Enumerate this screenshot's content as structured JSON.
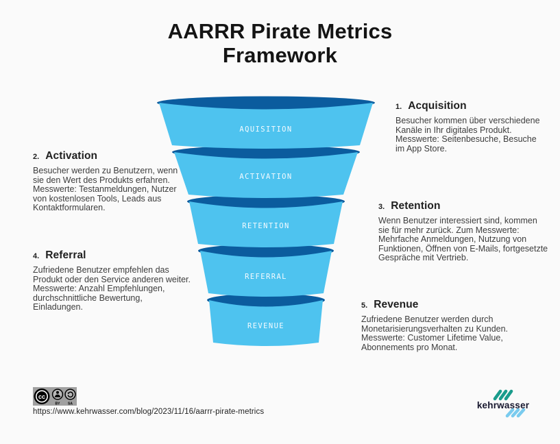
{
  "title": {
    "line1": "AARRR Pirate Metrics",
    "line2": "Framework"
  },
  "colors": {
    "funnel_light": "#4ec3ef",
    "funnel_dark": "#0b5c9e",
    "logo_teal": "#1a9c8c",
    "logo_blue": "#7acbee",
    "license_bg": "#a0a0a0"
  },
  "funnel": {
    "segments": [
      {
        "label": "AQUISITION"
      },
      {
        "label": "ACTIVATION"
      },
      {
        "label": "RETENTION"
      },
      {
        "label": "REFERRAL"
      },
      {
        "label": "REVENUE"
      }
    ]
  },
  "sections": [
    {
      "num": "1.",
      "title": "Acquisition",
      "body": "Besucher kommen über verschiedene Kanäle in Ihr digitales Produkt. Messwerte: Seitenbesuche, Besuche im App Store."
    },
    {
      "num": "2.",
      "title": "Activation",
      "body": "Besucher werden zu Benutzern, wenn sie den Wert des Produkts erfahren. Messwerte: Testanmeldungen, Nutzer von kostenlosen Tools, Leads aus Kontaktformularen."
    },
    {
      "num": "3.",
      "title": "Retention",
      "body": "Wenn Benutzer interessiert sind, kommen sie für mehr zurück. Zum Messwerte: Mehrfache Anmeldungen, Nutzung von Funktionen, Öffnen von E-Mails, fortgesetzte Gespräche mit Vertrieb."
    },
    {
      "num": "4.",
      "title": "Referral",
      "body": "Zufriedene Benutzer empfehlen das Produkt oder den Service anderen weiter. Messwerte: Anzahl Empfehlungen, durchschnittliche Bewertung, Einladungen."
    },
    {
      "num": "5.",
      "title": "Revenue",
      "body": "Zufriedene Benutzer werden durch Monetarisierungsverhalten zu Kunden. Messwerte: Customer Lifetime Value, Abonnements pro Monat."
    }
  ],
  "footer": {
    "license": {
      "cc": "cc",
      "by": "BY",
      "sa": "SA"
    },
    "url": "https://www.kehrwasser.com/blog/2023/11/16/aarrr-pirate-metrics",
    "logo_text": "kehrwasser"
  }
}
